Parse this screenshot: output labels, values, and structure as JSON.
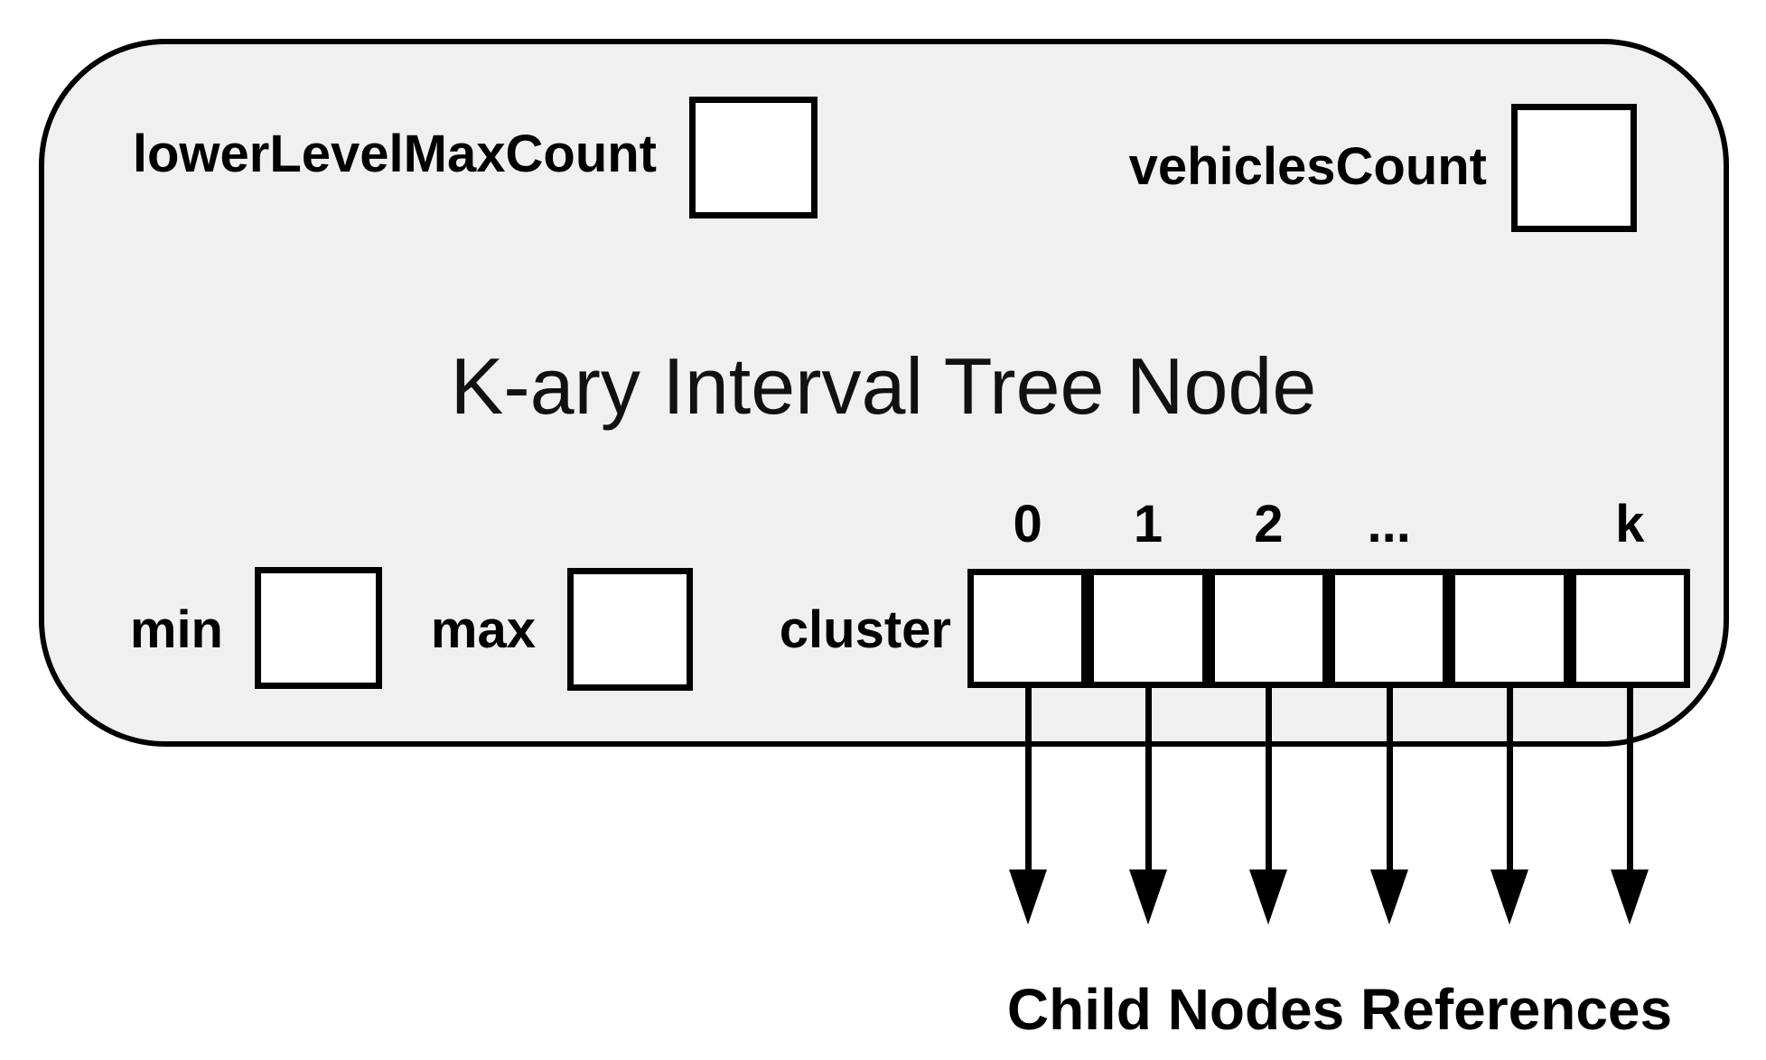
{
  "node": {
    "title": "K-ary Interval Tree Node",
    "fields": {
      "lower_level_max_count": "lowerLevelMaxCount",
      "vehicles_count": "vehiclesCount",
      "min": "min",
      "max": "max",
      "cluster": "cluster"
    },
    "cluster_index_labels": [
      "0",
      "1",
      "2",
      "...",
      "",
      "k"
    ],
    "cluster_cell_count": 6
  },
  "caption": "Child Nodes References",
  "colors": {
    "node_fill": "#f0f0f0",
    "stroke": "#000000",
    "cell_fill": "#ffffff"
  }
}
